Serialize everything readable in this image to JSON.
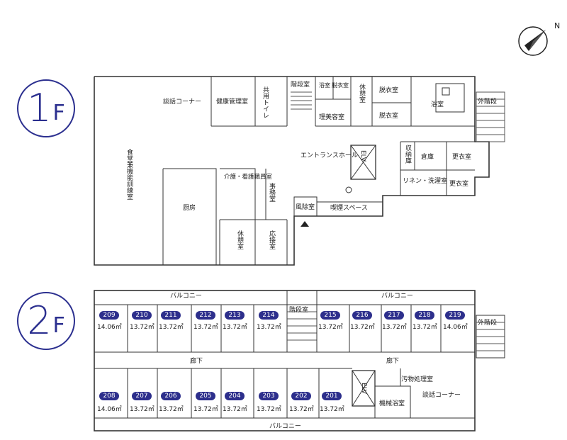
{
  "floor1": {
    "badge_num": "1",
    "badge_f": "F",
    "labels": {
      "danwa": "談話コーナー",
      "kenko": "健康管理室",
      "kaidan": "階段室",
      "yoku_small": "浴室",
      "datsui_small": "脱衣室",
      "kyukei": "休憩室",
      "datsui1": "脱衣室",
      "datsui2": "脱衣室",
      "yoku": "浴室",
      "gaikaidan": "外階段",
      "kyoyo_toilet": "共用トイレ",
      "riyo": "理美容室",
      "shokudo": "食堂兼機能訓練室",
      "entrance": "エントランスホール",
      "elv": "ELV",
      "shuno": "収納庫",
      "soko": "倉庫",
      "koui1": "更衣室",
      "koui2": "更衣室",
      "linen": "リネン・洗濯室",
      "kaigo": "介護・看護職員室",
      "jimu": "事務室",
      "chubo": "厨房",
      "fujo": "風除室",
      "kitsuen": "喫煙スペース",
      "kyukei2": "休憩室",
      "osetsu": "応接室"
    }
  },
  "floor2": {
    "badge_num": "2",
    "badge_f": "F",
    "labels": {
      "balcony_top_left": "バルコニー",
      "balcony_top_right": "バルコニー",
      "balcony_bottom": "バルコニー",
      "kaidan": "階段室",
      "gaikaidan": "外階段",
      "roka_left": "廊下",
      "roka_right": "廊下",
      "elv": "ELV",
      "obutsu": "汚物処理室",
      "kikai_yoku": "機械浴室",
      "danwa": "談話コーナー"
    },
    "rooms_top": [
      {
        "no": "209",
        "area": "14.06㎡"
      },
      {
        "no": "210",
        "area": "13.72㎡"
      },
      {
        "no": "211",
        "area": "13.72㎡"
      },
      {
        "no": "212",
        "area": "13.72㎡"
      },
      {
        "no": "213",
        "area": "13.72㎡"
      },
      {
        "no": "214",
        "area": "13.72㎡"
      },
      {
        "no": "215",
        "area": "13.72㎡"
      },
      {
        "no": "216",
        "area": "13.72㎡"
      },
      {
        "no": "217",
        "area": "13.72㎡"
      },
      {
        "no": "218",
        "area": "13.72㎡"
      },
      {
        "no": "219",
        "area": "14.06㎡"
      }
    ],
    "rooms_bottom": [
      {
        "no": "208",
        "area": "14.06㎡"
      },
      {
        "no": "207",
        "area": "13.72㎡"
      },
      {
        "no": "206",
        "area": "13.72㎡"
      },
      {
        "no": "205",
        "area": "13.72㎡"
      },
      {
        "no": "204",
        "area": "13.72㎡"
      },
      {
        "no": "203",
        "area": "13.72㎡"
      },
      {
        "no": "202",
        "area": "13.72㎡"
      },
      {
        "no": "201",
        "area": "13.72㎡"
      }
    ]
  },
  "compass": {
    "label": "N",
    "icon": "north-arrow-icon"
  }
}
